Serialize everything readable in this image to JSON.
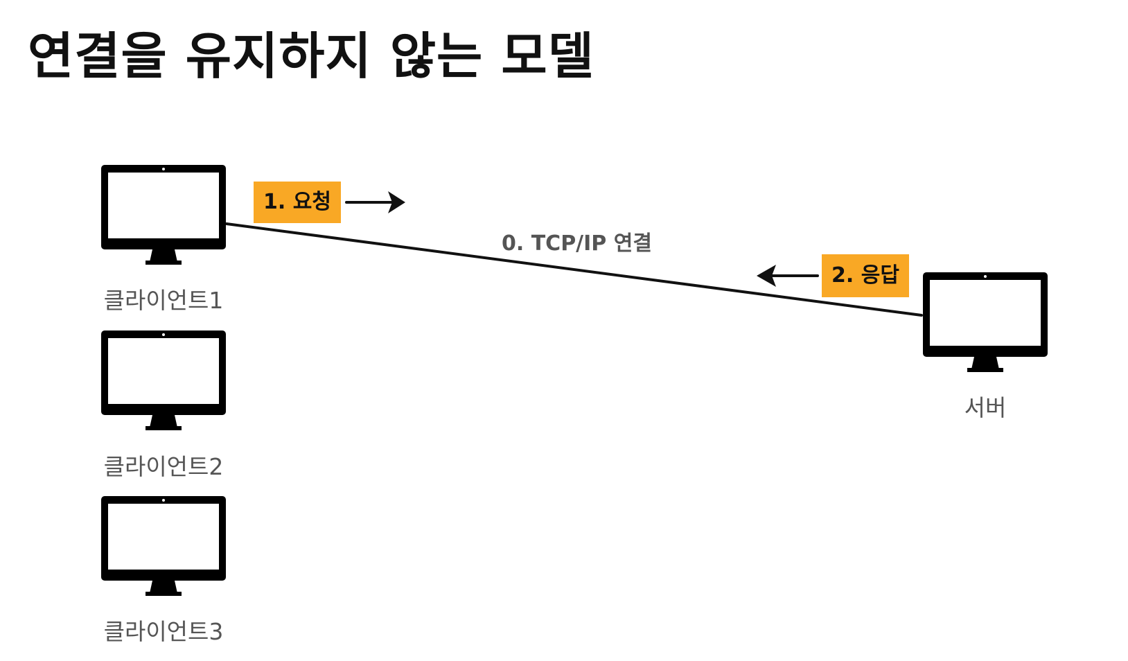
{
  "title": "연결을 유지하지 않는 모델",
  "clients": [
    {
      "label": "클라이언트1"
    },
    {
      "label": "클라이언트2"
    },
    {
      "label": "클라이언트3"
    }
  ],
  "server": {
    "label": "서버"
  },
  "connection": {
    "label": "0. TCP/IP 연결"
  },
  "request": {
    "label": "1. 요청"
  },
  "response": {
    "label": "2. 응답"
  },
  "colors": {
    "tag_background": "#F9A825",
    "monitor": "#000000",
    "label_text": "#555555",
    "title_text": "#111111"
  },
  "icons": {
    "client": "monitor-icon",
    "server": "monitor-icon",
    "request_arrow": "arrow-right-icon",
    "response_arrow": "arrow-left-icon"
  }
}
